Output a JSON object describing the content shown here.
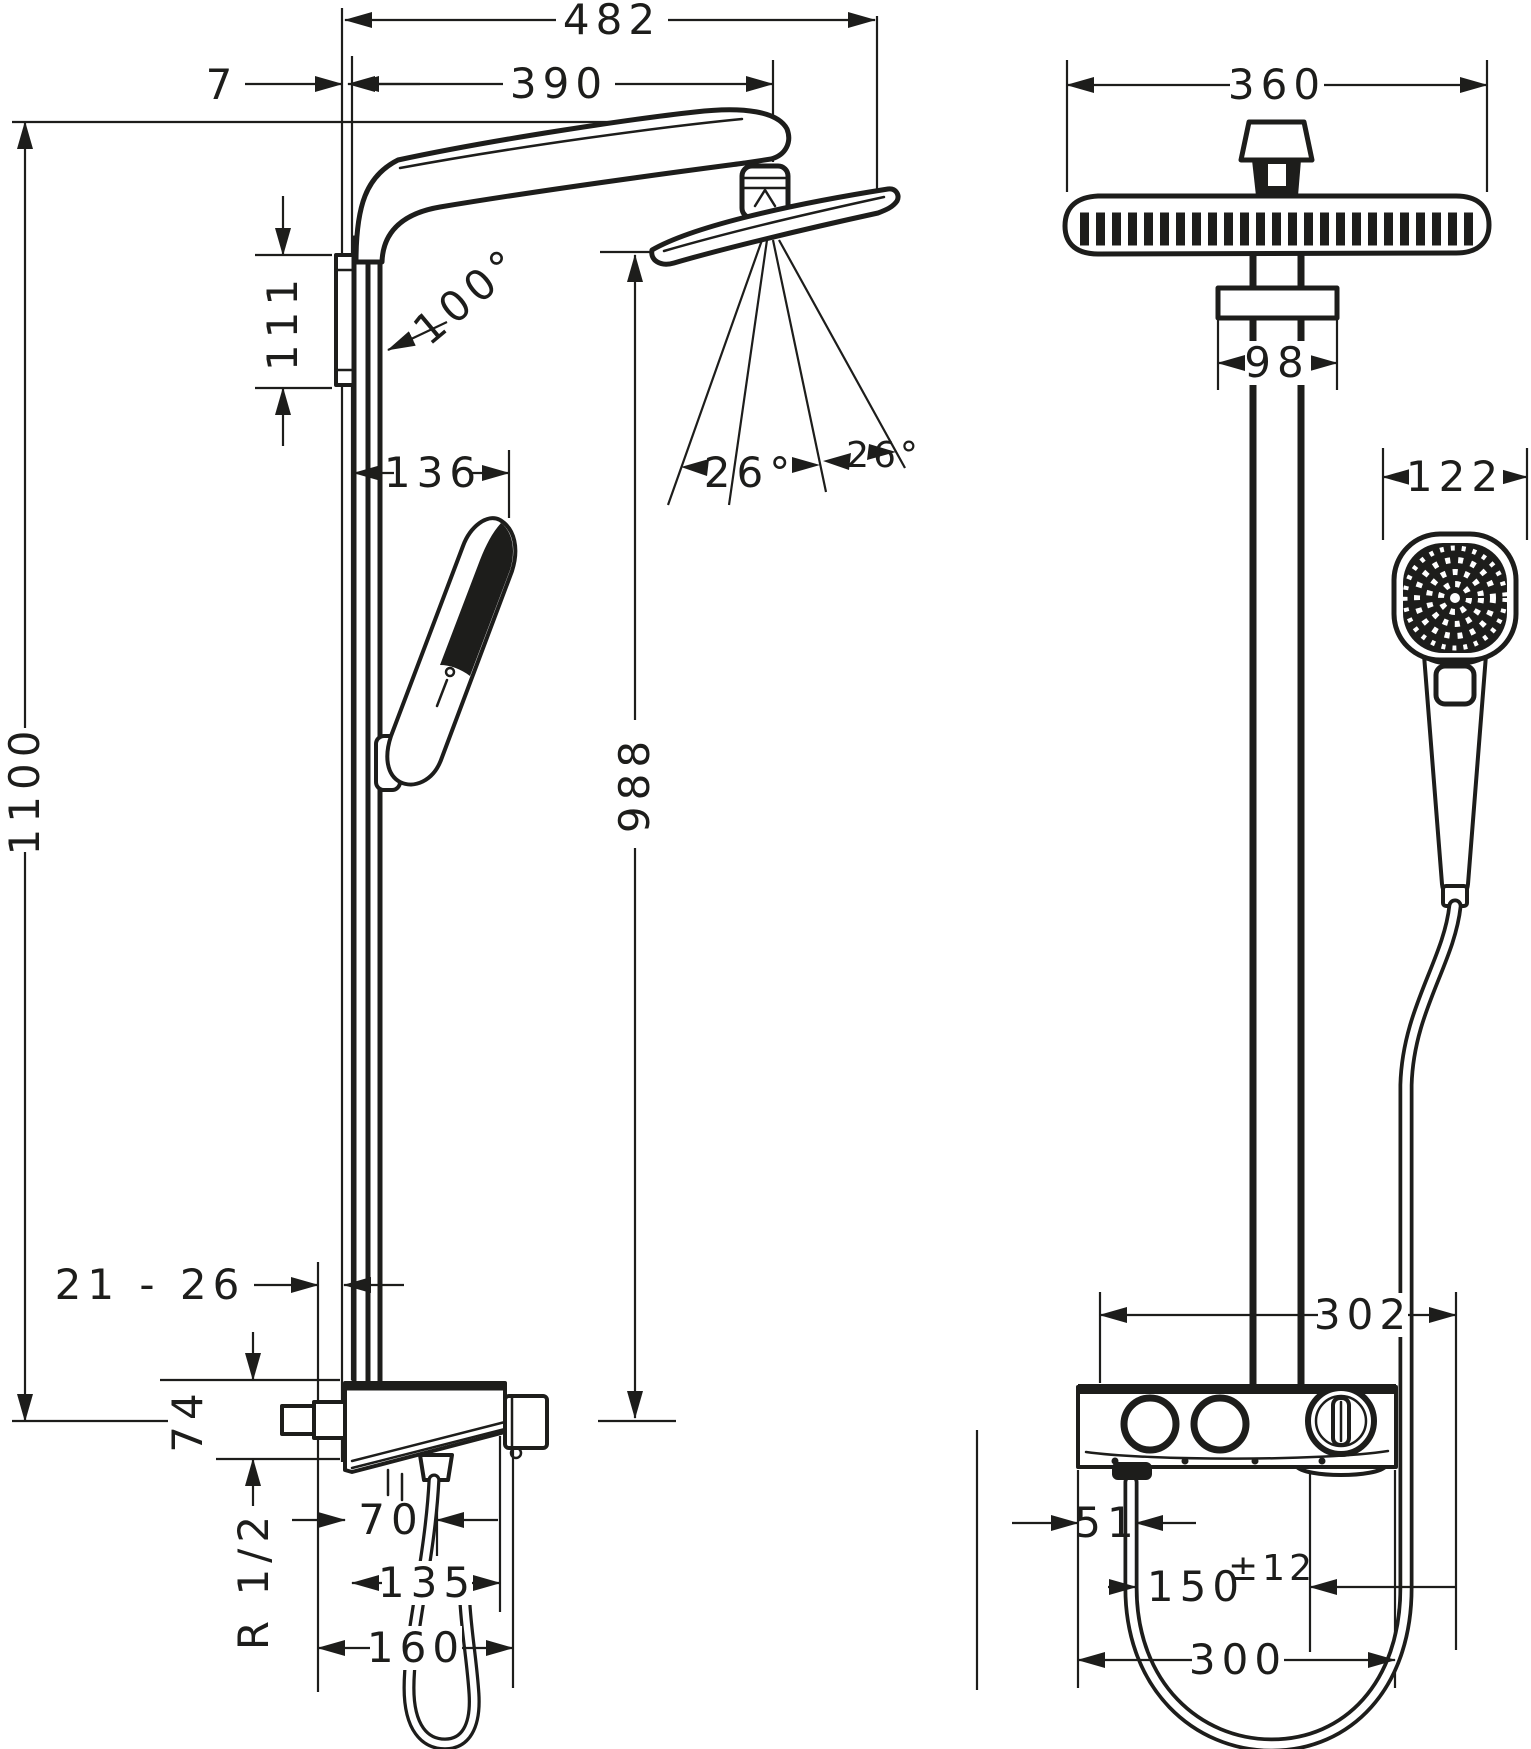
{
  "dims": {
    "side": {
      "overall_width": "482",
      "arm_projection": "390",
      "wall_offset": "7",
      "bracket_height": "111",
      "handshower_offset": "136",
      "arm_angle": "100°",
      "spray_angle_left": "26°",
      "spray_angle_right": "26°",
      "overall_height": "1100",
      "head_to_valve_height": "988",
      "tile_thickness": "21 - 26",
      "valve_height": "74",
      "thread_size": "R 1/2",
      "hose_outlet_offset": "70",
      "valve_width": "135",
      "valve_depth": "160"
    },
    "front": {
      "head_width": "360",
      "mount_plate_width": "98",
      "handshower_head_width": "122",
      "top_width": "302",
      "hose_outlet_offset": "51",
      "supply_spacing": "150",
      "supply_tolerance": "±12",
      "valve_width": "300"
    }
  },
  "style": {
    "line_color": "#1d1d1b",
    "background": "#ffffff"
  }
}
